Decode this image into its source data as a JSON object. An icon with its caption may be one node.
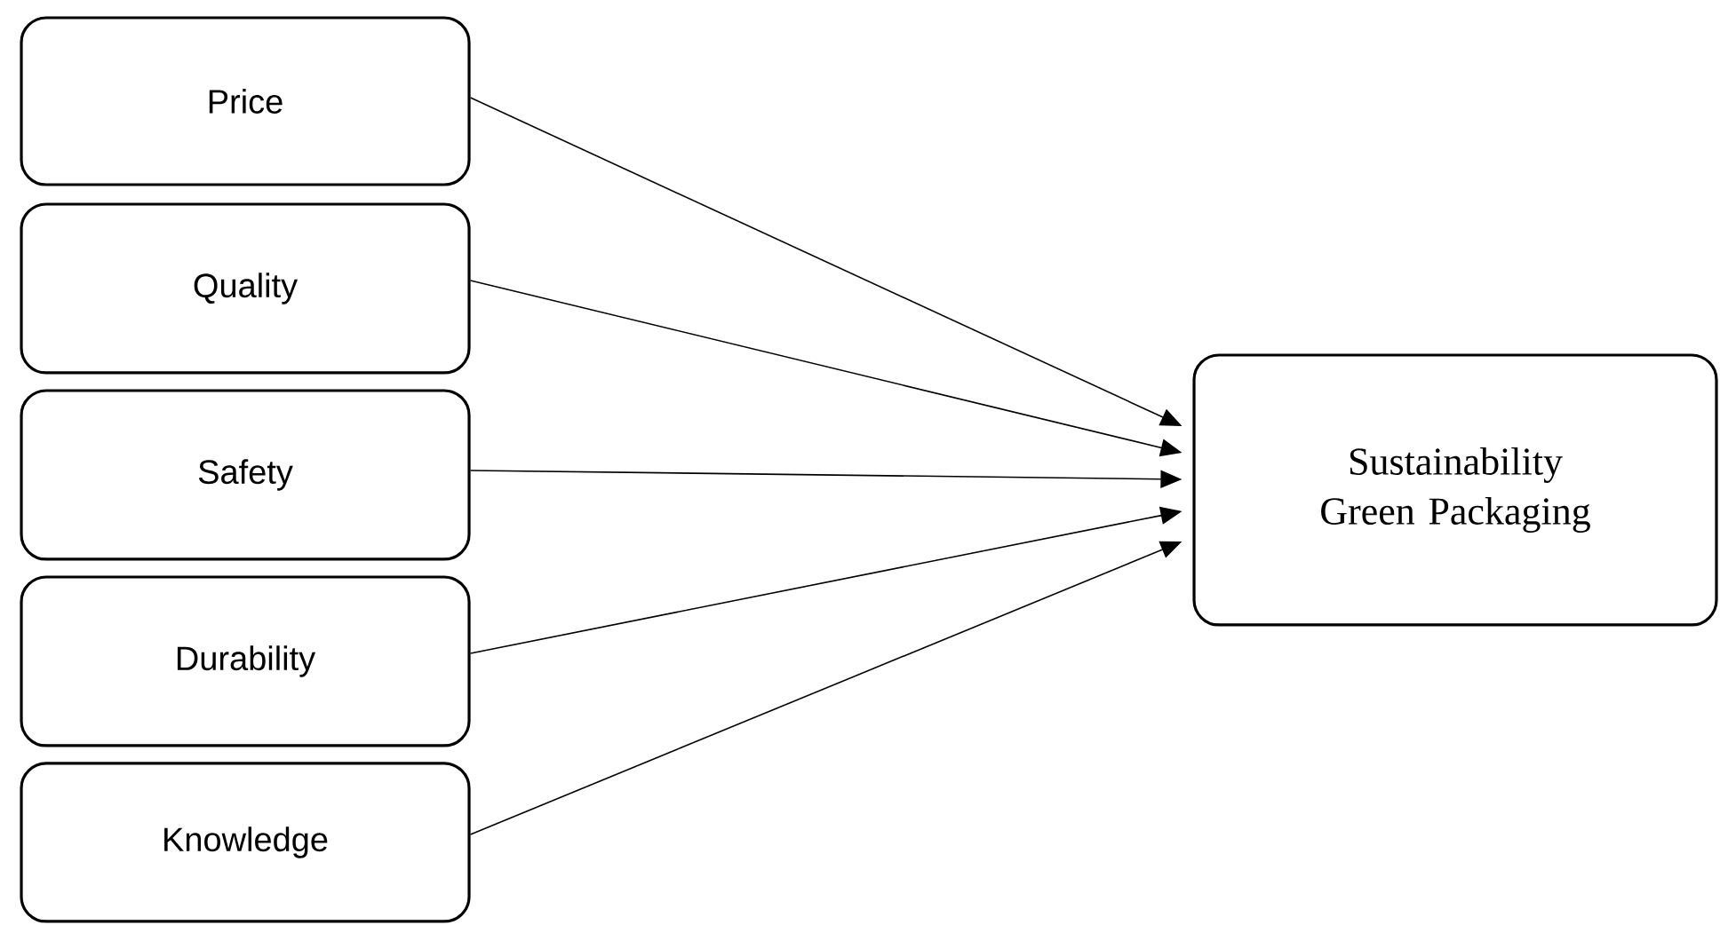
{
  "diagram": {
    "nodes": [
      {
        "text": [
          "Price"
        ]
      },
      {
        "text": [
          "Quality"
        ]
      },
      {
        "text": [
          "Safety"
        ]
      },
      {
        "text": [
          "Durability"
        ]
      },
      {
        "text": [
          "Knowledge"
        ]
      },
      {
        "text": [
          "Sustainability Green Packaging"
        ]
      }
    ],
    "edges": [
      {
        "from": 0,
        "to": 5,
        "arrow": "to"
      },
      {
        "from": 1,
        "to": 5,
        "arrow": "to"
      },
      {
        "from": 2,
        "to": 5,
        "arrow": "to"
      },
      {
        "from": 3,
        "to": 5,
        "arrow": "to"
      },
      {
        "from": 4,
        "to": 5,
        "arrow": "to"
      }
    ]
  }
}
